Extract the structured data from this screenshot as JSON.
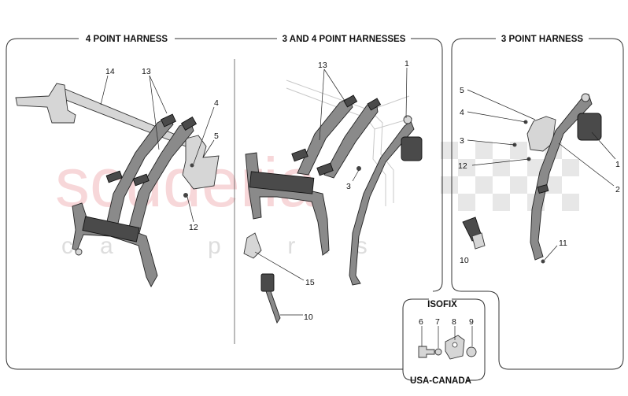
{
  "watermark": {
    "brand": "scuderia",
    "tagline": "car parts"
  },
  "sections": {
    "four_point": {
      "title": "4 POINT HARNESS"
    },
    "three_four_point": {
      "title": "3 AND 4 POINT HARNESSES"
    },
    "three_point": {
      "title": "3 POINT HARNESS"
    },
    "isofix": {
      "title": "ISOFIX"
    },
    "usa_canada": {
      "title": "USA-CANADA"
    }
  },
  "callouts": {
    "a14": "14",
    "a13": "13",
    "a4": "4",
    "a5": "5",
    "a12": "12",
    "b13": "13",
    "b1": "1",
    "b3": "3",
    "b15": "15",
    "b10": "10",
    "c5": "5",
    "c4": "4",
    "c3": "3",
    "c12": "12",
    "c1": "1",
    "c2": "2",
    "c10": "10",
    "c11": "11",
    "d6": "6",
    "d7": "7",
    "d8": "8",
    "d9": "9"
  }
}
